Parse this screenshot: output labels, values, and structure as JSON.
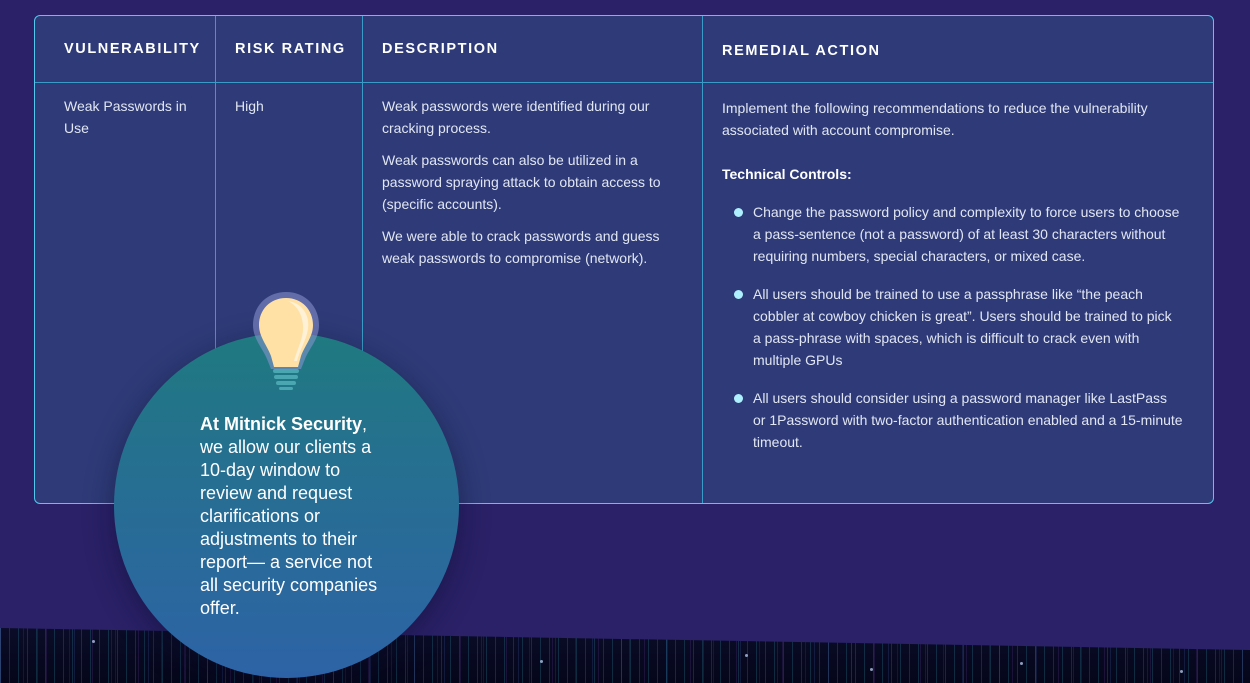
{
  "table": {
    "headers": {
      "vulnerability": "VULNERABILITY",
      "risk_rating": "RISK RATING",
      "description": "DESCRIPTION",
      "remedial_action": "REMEDIAL ACTION"
    },
    "row": {
      "vulnerability": "Weak Passwords in Use",
      "risk_rating": "High",
      "description": [
        "Weak passwords were identified during our cracking process.",
        "Weak passwords can also be utilized in a password spraying attack to obtain access to (specific accounts).",
        "We were able to crack passwords and guess weak passwords to compromise (network)."
      ],
      "remedial_action": {
        "intro": "Implement the following recommendations to reduce the vulnerability associated with account compromise.",
        "subheading": "Technical Controls:",
        "bullets": [
          "Change the password policy and complexity to force users to choose a pass-sentence (not a password) of at least 30 characters without requiring numbers, special characters, or mixed case.",
          "All users should be trained to use a passphrase like “the peach cobbler at cowboy chicken is great”. Users should be trained to pick a pass-phrase with spaces, which is difficult to crack even with multiple GPUs",
          "All users should consider using a password manager like LastPass or 1Password with two-factor authentication enabled and a 15-minute timeout."
        ]
      }
    }
  },
  "callout": {
    "icon": "lightbulb-icon",
    "bold_lead": "At Mitnick Security",
    "lead_punct": ",",
    "body": " we allow our clients a 10-day window to review and request clarifications or adjustments to their report— a service not all security companies offer."
  },
  "colors": {
    "background": "#2a2168",
    "table_bg": "#2e3b78",
    "table_border": "#52c8ee",
    "grid_line": "#3a9cc6",
    "bullet": "#aef0ff",
    "callout_top": "#1f7a80",
    "callout_bottom": "#2d63a6"
  }
}
